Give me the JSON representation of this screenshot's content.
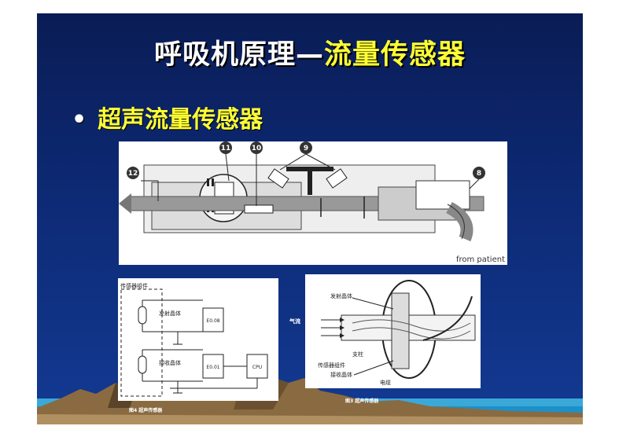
{
  "slide": {
    "title_part1": "呼吸机原理—",
    "title_part2": "流量传感器",
    "bullet_symbol": "•",
    "bullet_text": "超声流量传感器",
    "colors": {
      "background": "#0d2a75",
      "title": "#ffffff",
      "accent": "#ffff33"
    }
  },
  "figure1": {
    "callouts": [
      "11",
      "10",
      "9",
      "12",
      "8"
    ],
    "caption": "from patient"
  },
  "figure2": {
    "label_assembly": "传感器组件",
    "label_emitter": "发射晶体",
    "label_receiver": "接收晶体",
    "box1": "E0.08",
    "box2": "E0.01",
    "box3": "CPU",
    "caption": "图4 超声传感器"
  },
  "figure3": {
    "label_emitter": "发射晶体",
    "label_column": "支柱",
    "label_assembly": "传感器组件",
    "label_receiver": "接收晶体",
    "label_cable": "电缆",
    "label_airflow": "气流",
    "caption": "图3 超声传感器"
  }
}
